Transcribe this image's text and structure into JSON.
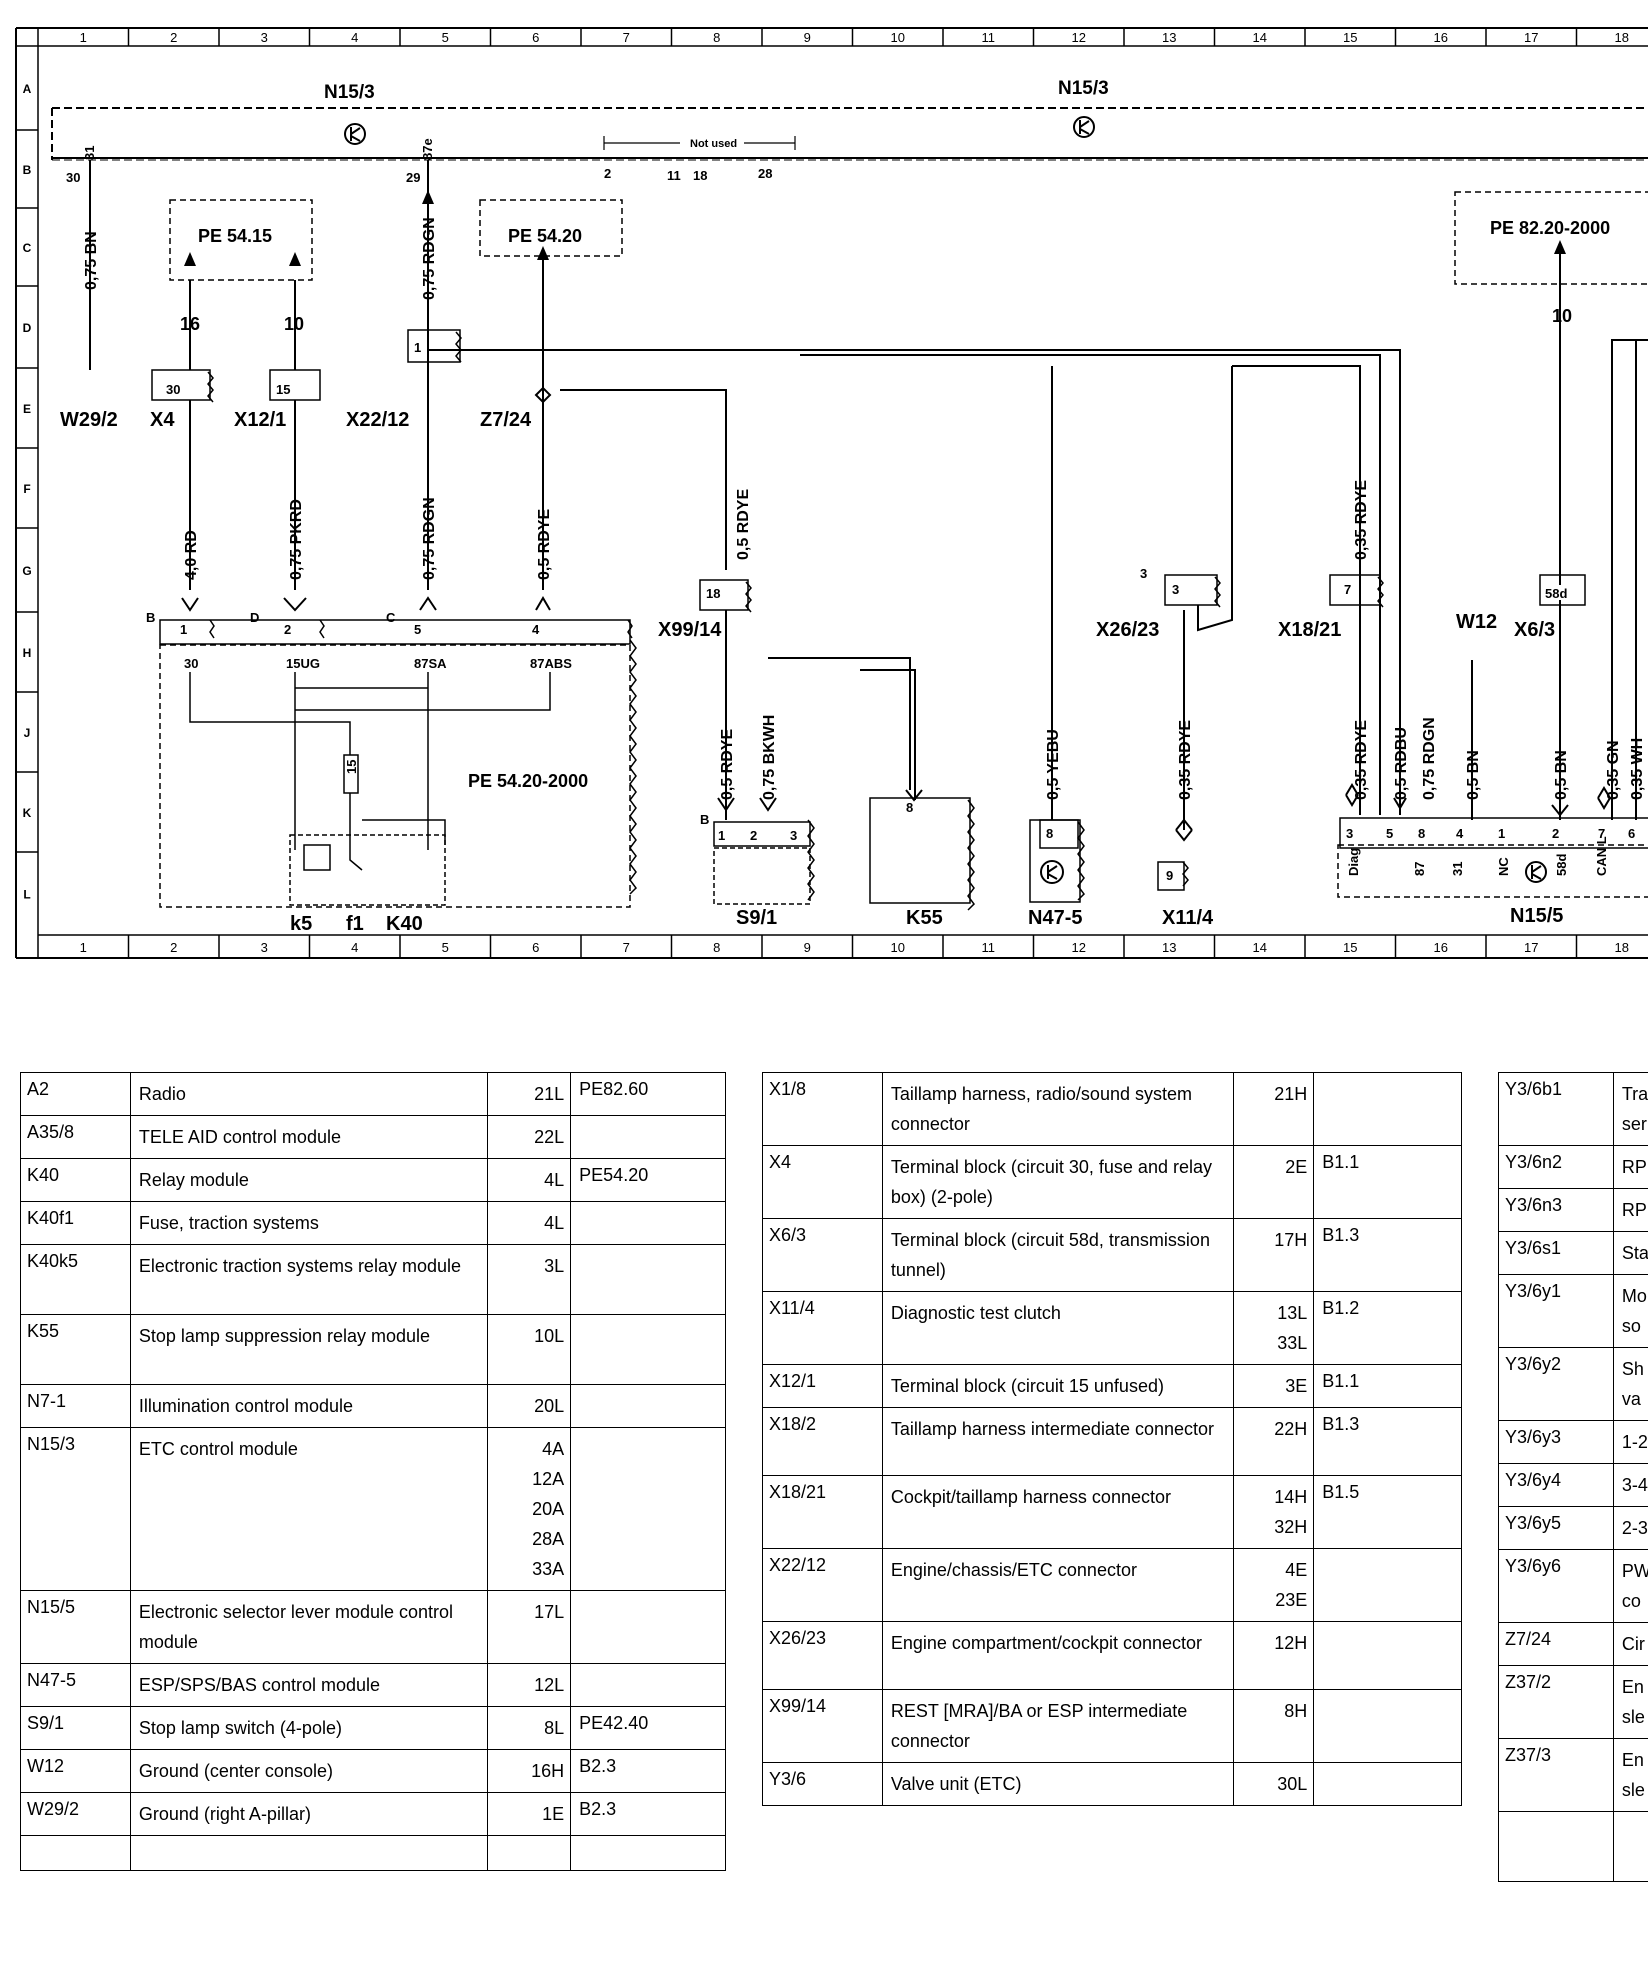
{
  "diagram": {
    "grid_top": [
      "1",
      "2",
      "3",
      "4",
      "5",
      "6",
      "7",
      "8",
      "9",
      "10",
      "11",
      "12",
      "13",
      "14",
      "15",
      "16",
      "17",
      "18"
    ],
    "grid_bottom": [
      "1",
      "2",
      "3",
      "4",
      "5",
      "6",
      "7",
      "8",
      "9",
      "10",
      "11",
      "12",
      "13",
      "14",
      "15",
      "16",
      "17",
      "18"
    ],
    "grid_side": [
      "A",
      "B",
      "C",
      "D",
      "E",
      "F",
      "G",
      "H",
      "J",
      "K",
      "L"
    ],
    "module_n15_3_left": "N15/3",
    "module_n15_3_right": "N15/3",
    "not_used": "Not used",
    "pins_top": {
      "p30": "30",
      "p31": "31",
      "p29": "29",
      "p87e": "87e",
      "p2": "2",
      "p11": "11",
      "p18": "18",
      "p28": "28"
    },
    "wires": {
      "w1": "0,75 BN",
      "w2": "0,75 RDGN",
      "w3": "4,0 RD",
      "w4": "0,75 PKRD",
      "w5": "0,75 RDGN",
      "w6": "0,5 RDYE",
      "w7": "0,5 RDYE",
      "w8": "0,5 RDYE",
      "w9": "0,75 BKWH",
      "w10": "0,5 YEBU",
      "w11": "0,35 RDYE",
      "w12": "0,35 RDYE",
      "w13": "0,35 RDYE",
      "w14": "0,5 RDBU",
      "w15": "0,75 RDGN",
      "w16": "0,5 BN",
      "w17": "0,5 BN",
      "w18": "0,35 GN",
      "w19": "0,35 WH"
    },
    "refs": {
      "r1": "PE 54.15",
      "r2": "PE 54.20",
      "r3": "PE 82.20-2000",
      "r4": "PE 54.20-2000"
    },
    "counts": {
      "c16": "16",
      "c10a": "10",
      "c10b": "10"
    },
    "components": {
      "w29_2": "W29/2",
      "x4": "X4",
      "x12_1": "X12/1",
      "x22_12": "X22/12",
      "z7_24": "Z7/24",
      "x99_14": "X99/14",
      "x26_23": "X26/23",
      "x18_21": "X18/21",
      "w12": "W12",
      "x6_3": "X6/3",
      "k40": "K40",
      "k5": "k5",
      "f1": "f1",
      "s9_1": "S9/1",
      "k55": "K55",
      "n47_5": "N47-5",
      "x11_4": "X11/4",
      "n15_5": "N15/5"
    },
    "pins": {
      "x4_30": "30",
      "x12_15": "15",
      "x22_1": "1",
      "x99_18": "18",
      "x26_3": "3",
      "x26_3b": "3",
      "x18_7": "7",
      "x6_58d": "58d",
      "k40_B": "B",
      "k40_1": "1",
      "k40_D": "D",
      "k40_2": "2",
      "k40_C": "C",
      "k40_5": "5",
      "k40_4": "4",
      "k40_30": "30",
      "k40_15ug": "15UG",
      "k40_87sa": "87SA",
      "k40_87abs": "87ABS",
      "s9_B": "B",
      "s9_1": "1",
      "s9_2": "2",
      "s9_3": "3",
      "k55_8": "8",
      "n47_8": "8",
      "x11_9": "9",
      "n15_3": "3",
      "n15_5": "5",
      "n15_8": "8",
      "n15_4": "4",
      "n15_1": "1",
      "n15_2": "2",
      "n15_7": "7",
      "n15_6": "6",
      "n15_diag": "Diag",
      "n15_87": "87",
      "n15_31": "31",
      "n15_nc": "NC",
      "n15_58d": "58d",
      "n15_canl": "CAN L",
      "f1_15": "15"
    }
  },
  "table1": {
    "rows": [
      {
        "code": "A2",
        "desc": "Radio",
        "loc": "21L",
        "ref": "PE82.60",
        "h": 36
      },
      {
        "code": "A35/8",
        "desc": "TELE AID control module",
        "loc": "22L",
        "ref": "",
        "h": 34
      },
      {
        "code": "K40",
        "desc": "Relay module",
        "loc": "4L",
        "ref": "PE54.20",
        "h": 35
      },
      {
        "code": "K40f1",
        "desc": "Fuse, traction systems",
        "loc": "4L",
        "ref": "",
        "h": 34
      },
      {
        "code": "K40k5",
        "desc": "Electronic traction systems relay module",
        "loc": "3L",
        "ref": "",
        "h": 70
      },
      {
        "code": "K55",
        "desc": "Stop lamp suppression relay module",
        "loc": "10L",
        "ref": "",
        "h": 70
      },
      {
        "code": "N7-1",
        "desc": "Illumination control module",
        "loc": "20L",
        "ref": "",
        "h": 35
      },
      {
        "code": "N15/3",
        "desc": "ETC control module",
        "loc": "4A\n12A\n20A\n28A\n33A",
        "ref": "",
        "h": 136
      },
      {
        "code": "N15/5",
        "desc": "Electronic selector lever module control module",
        "loc": "17L",
        "ref": "",
        "h": 70
      },
      {
        "code": "N47-5",
        "desc": "ESP/SPS/BAS control module",
        "loc": "12L",
        "ref": "",
        "h": 35
      },
      {
        "code": "S9/1",
        "desc": "Stop lamp switch (4-pole)",
        "loc": "8L",
        "ref": "PE42.40",
        "h": 35
      },
      {
        "code": "W12",
        "desc": "Ground (center console)",
        "loc": "16H",
        "ref": "B2.3",
        "h": 35
      },
      {
        "code": "W29/2",
        "desc": "Ground (right A-pillar)",
        "loc": "1E",
        "ref": "B2.3",
        "h": 34
      },
      {
        "code": "",
        "desc": "",
        "loc": "",
        "ref": "",
        "h": 35
      }
    ]
  },
  "table2": {
    "rows": [
      {
        "code": "X1/8",
        "desc": "Taillamp harness, radio/sound system connector",
        "loc": "21H",
        "ref": "",
        "h": 70
      },
      {
        "code": "X4",
        "desc": "Terminal block (circuit 30, fuse and relay box) (2-pole)",
        "loc": "2E",
        "ref": "B1.1",
        "h": 68
      },
      {
        "code": "X6/3",
        "desc": "Terminal block (circuit 58d, transmission tunnel)",
        "loc": "17H",
        "ref": "B1.3",
        "h": 68
      },
      {
        "code": "X11/4",
        "desc": "Diagnostic test clutch",
        "loc": "13L\n33L",
        "ref": "B1.2",
        "h": 70
      },
      {
        "code": "X12/1",
        "desc": "Terminal block (circuit 15 unfused)",
        "loc": "3E",
        "ref": "B1.1",
        "h": 34
      },
      {
        "code": "X18/2",
        "desc": "Taillamp harness intermediate connector",
        "loc": "22H",
        "ref": "B1.3",
        "h": 68
      },
      {
        "code": "X18/21",
        "desc": "Cockpit/taillamp harness connector",
        "loc": "14H\n32H",
        "ref": "B1.5",
        "h": 70
      },
      {
        "code": "X22/12",
        "desc": "Engine/chassis/ETC connector",
        "loc": "4E\n23E",
        "ref": "",
        "h": 70
      },
      {
        "code": "X26/23",
        "desc": "Engine compartment/cockpit connector",
        "loc": "12H",
        "ref": "",
        "h": 68
      },
      {
        "code": "X99/14",
        "desc": "REST [MRA]/BA or ESP intermediate connector",
        "loc": "8H",
        "ref": "",
        "h": 70
      },
      {
        "code": "Y3/6",
        "desc": "Valve unit (ETC)",
        "loc": "30L",
        "ref": "",
        "h": 34
      }
    ]
  },
  "table3": {
    "rows": [
      {
        "code": "Y3/6b1",
        "desc": "Tra\nser",
        "h": 70
      },
      {
        "code": "Y3/6n2",
        "desc": "RP",
        "h": 34
      },
      {
        "code": "Y3/6n3",
        "desc": "RP",
        "h": 34
      },
      {
        "code": "Y3/6s1",
        "desc": "Sta",
        "h": 34
      },
      {
        "code": "Y3/6y1",
        "desc": "Mo\nso",
        "h": 70
      },
      {
        "code": "Y3/6y2",
        "desc": "Sh\nva",
        "h": 70
      },
      {
        "code": "Y3/6y3",
        "desc": "1-2",
        "h": 34
      },
      {
        "code": "Y3/6y4",
        "desc": "3-4",
        "h": 34
      },
      {
        "code": "Y3/6y5",
        "desc": "2-3",
        "h": 34
      },
      {
        "code": "Y3/6y6",
        "desc": "PW\nco",
        "h": 70
      },
      {
        "code": "Z7/24",
        "desc": "Cir",
        "h": 34
      },
      {
        "code": "Z37/2",
        "desc": "En\nsle",
        "h": 70
      },
      {
        "code": "Z37/3",
        "desc": "En\nsle",
        "h": 70
      },
      {
        "code": "",
        "desc": "",
        "h": 70
      }
    ]
  }
}
